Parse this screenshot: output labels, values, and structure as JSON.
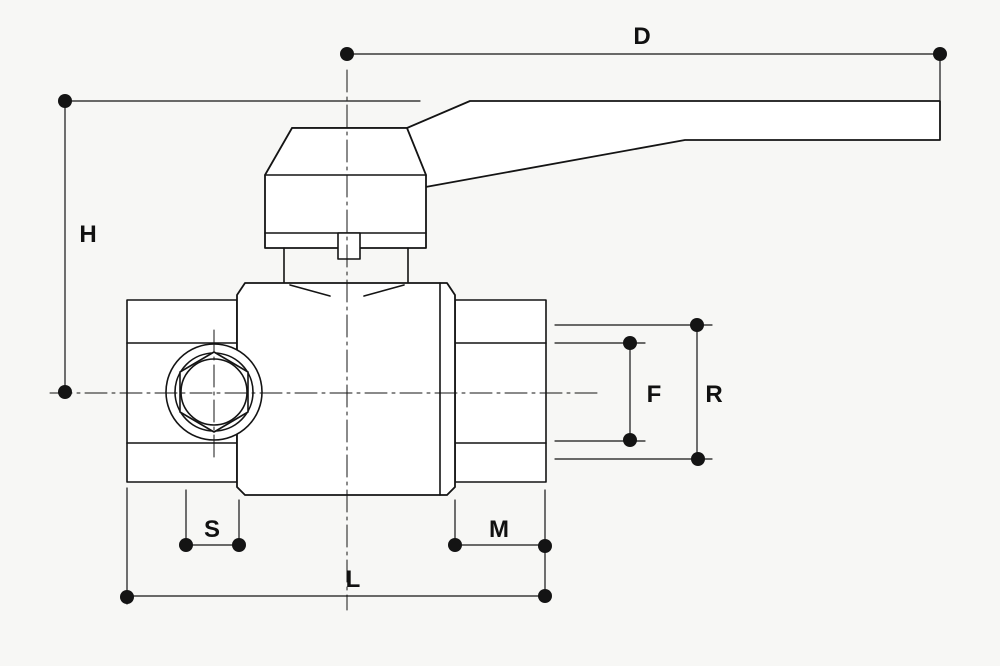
{
  "diagram": {
    "labels": {
      "d": "D",
      "h": "H",
      "f": "F",
      "r": "R",
      "s": "S",
      "m": "M",
      "l": "L"
    },
    "colors": {
      "ink": "#141414",
      "paper": "#f7f7f5",
      "fill": "#ffffff"
    }
  }
}
